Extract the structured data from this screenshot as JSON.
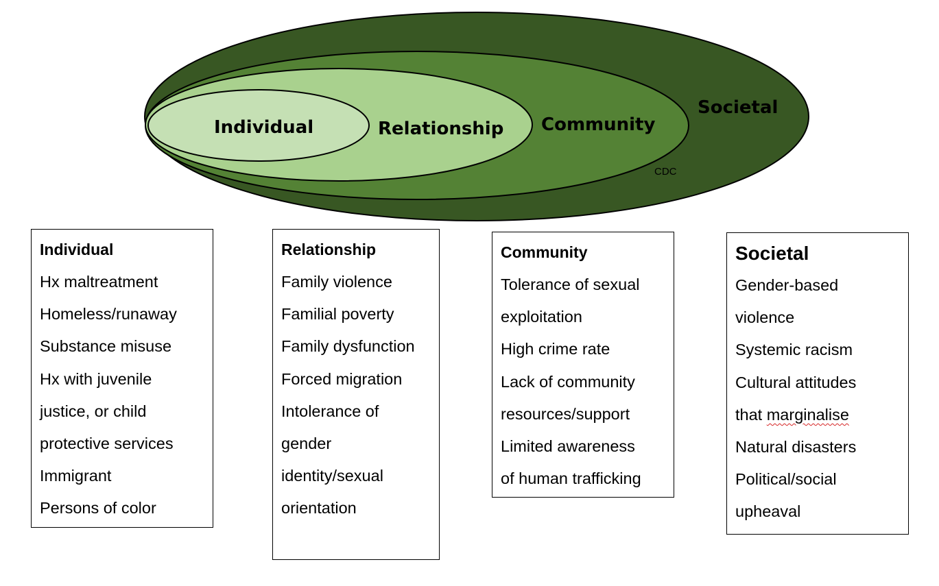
{
  "diagram": {
    "rings": [
      {
        "id": "societal",
        "label": "Societal",
        "fill": "#385723"
      },
      {
        "id": "community",
        "label": "Community",
        "fill": "#548235"
      },
      {
        "id": "relationship",
        "label": "Relationship",
        "fill": "#a9d18e"
      },
      {
        "id": "individual",
        "label": "Individual",
        "fill": "#c5e0b4"
      }
    ],
    "credit": "CDC"
  },
  "boxes": {
    "individual": {
      "title": "Individual",
      "lines": [
        "Hx maltreatment",
        "Homeless/runaway",
        "Substance misuse",
        "Hx with juvenile",
        "justice, or child",
        "protective services",
        "Immigrant",
        "Persons of color"
      ]
    },
    "relationship": {
      "title": "Relationship",
      "lines": [
        "Family violence",
        "Familial poverty",
        "Family dysfunction",
        "Forced migration",
        "Intolerance of",
        "gender",
        "identity/sexual",
        "orientation"
      ]
    },
    "community": {
      "title": "Community",
      "lines": [
        "Tolerance of sexual",
        "exploitation",
        "High crime rate",
        "Lack of community",
        "resources/support",
        "Limited awareness",
        "of human trafficking"
      ]
    },
    "societal": {
      "title": "Societal",
      "lines": [
        "Gender-based",
        "violence",
        "Systemic racism",
        "Cultural attitudes",
        "that ",
        "Natural disasters",
        "Political/social",
        "upheaval"
      ],
      "misspelled_word": "marginalise"
    }
  }
}
